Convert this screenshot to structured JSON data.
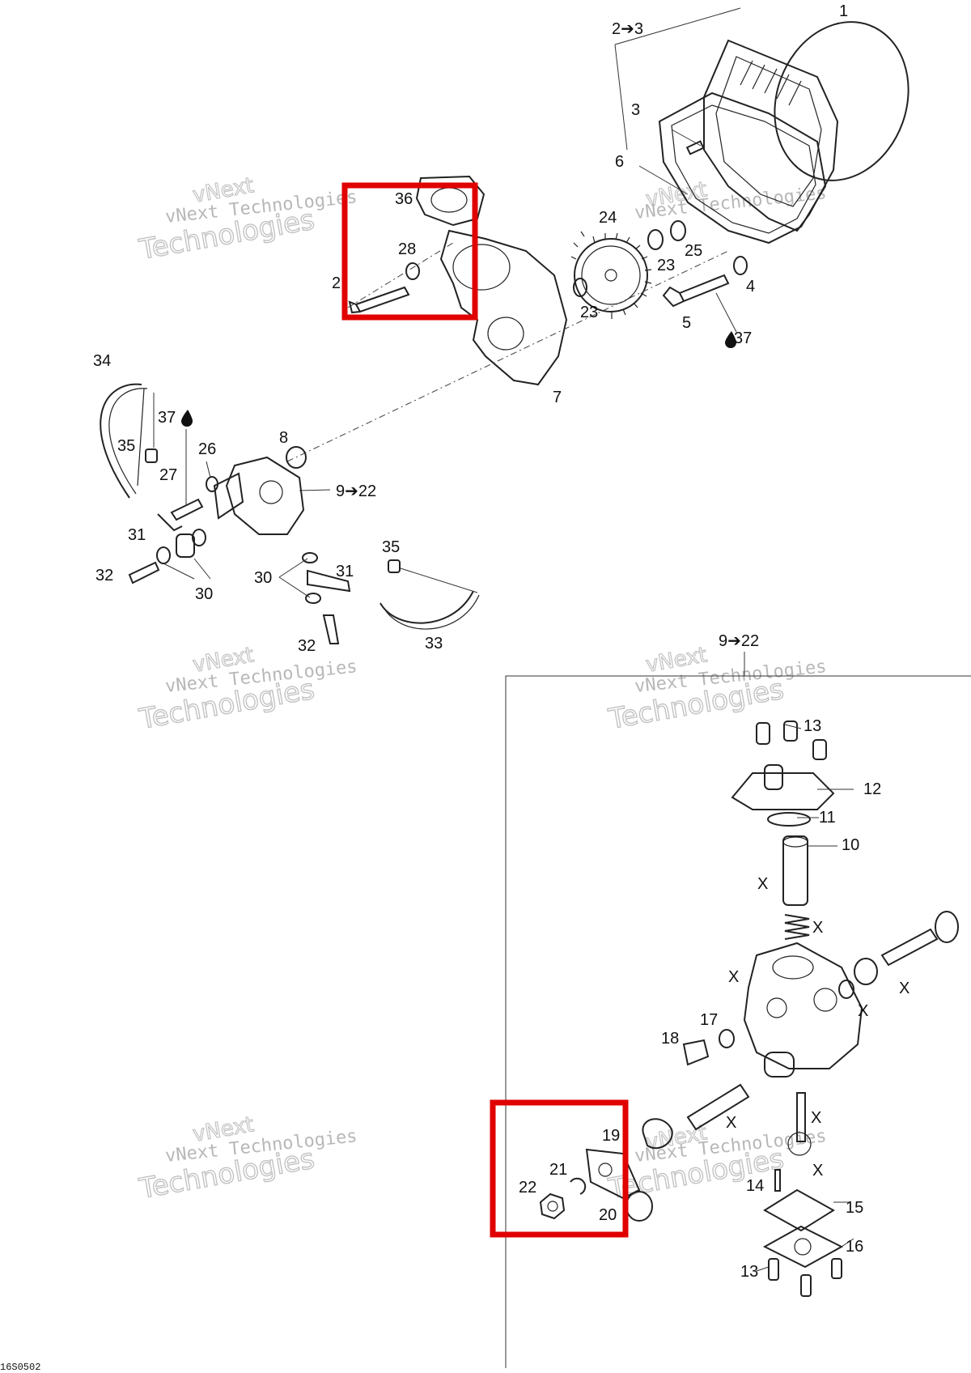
{
  "diagram_code": "16S0502",
  "watermark": {
    "line1": "vNext",
    "line2": "vNext Technologies",
    "line3": "Technologies"
  },
  "highlight_color": "#e00000",
  "callouts": {
    "c1": "1",
    "c2_3": "2➔3",
    "c3": "3",
    "c6": "6",
    "c24": "24",
    "c23a": "23",
    "c25": "25",
    "c23b": "23",
    "c4": "4",
    "c5": "5",
    "c37a": "37",
    "c36": "36",
    "c28": "28",
    "c2": "2",
    "c7": "7",
    "c34": "34",
    "c37b": "37",
    "c8": "8",
    "c35a": "35",
    "c26": "26",
    "c27": "27",
    "c9_22a": "9➔22",
    "c31a": "31",
    "c32a": "32",
    "c30a": "30",
    "c30b": "30",
    "c31b": "31",
    "c35b": "35",
    "c32b": "32",
    "c33": "33",
    "c9_22b": "9➔22",
    "c13a": "13",
    "c12": "12",
    "c11": "11",
    "c10": "10",
    "cXa": "X",
    "cXb": "X",
    "cXc": "X",
    "cXd": "X",
    "cXe": "X",
    "cXf": "X",
    "cXg": "X",
    "cXh": "X",
    "c17": "17",
    "c18": "18",
    "c19": "19",
    "c21": "21",
    "c22": "22",
    "c20": "20",
    "c14": "14",
    "c15": "15",
    "c16": "16",
    "c13b": "13"
  }
}
